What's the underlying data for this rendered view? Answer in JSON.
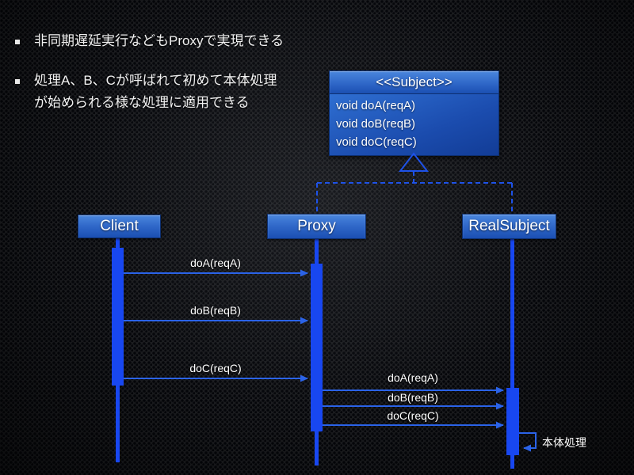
{
  "slide": {
    "bullets": [
      {
        "marker": "▪",
        "text": "非同期遅延実行などもProxyで実現できる"
      },
      {
        "marker": "▪",
        "line1": "処理A、B、Cが呼ばれて初めて本体処理",
        "line2": "が始められる様な処理に適用できる"
      }
    ]
  },
  "diagram": {
    "subject_class": {
      "title": "<<Subject>>",
      "methods": [
        "void doA(reqA)",
        "void doB(reqB)",
        "void doC(reqC)"
      ]
    },
    "lifelines": [
      {
        "label": "Client"
      },
      {
        "label": "Proxy"
      },
      {
        "label": "RealSubject"
      }
    ],
    "client_proxy_messages": [
      "doA(reqA)",
      "doB(reqB)",
      "doC(reqC)"
    ],
    "proxy_realsubject_messages": [
      "doA(reqA)",
      "doB(reqB)",
      "doC(reqC)"
    ],
    "self_call_label": "本体処理"
  },
  "colors": {
    "activation_blue": "#1847f0",
    "arrow_blue": "#2b63e8",
    "dashed_blue": "#1e52e8",
    "box_gradient_top": "#4a86dd",
    "box_gradient_bottom": "#1b4fb2",
    "text_white": "#ffffff",
    "background_dark": "#1b1c1f"
  }
}
